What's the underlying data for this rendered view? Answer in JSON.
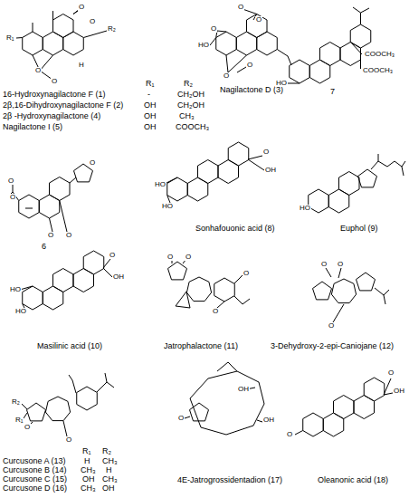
{
  "diagram": {
    "labels": [
      "R₁",
      "R₂",
      "O",
      "O",
      "O",
      "O",
      "H",
      "O",
      "O",
      "HO",
      "O",
      "O",
      "O",
      "Nagilactone D (3)",
      "COOCH₃",
      "COOCH₃",
      "HO",
      "7",
      "R₁",
      "R₂",
      "16-Hydroxynagilactone F (1)",
      "-",
      "CH₂OH",
      "2β,16-Dihydroxynagilactone F (2)",
      "OH",
      "CH₂OH",
      "2β -Hydroxynagilactone (4)",
      "OH",
      "CH₃",
      "Nagilactone I (5)",
      "OH",
      "COOCH₃",
      "O",
      "O",
      "O",
      "O",
      "O",
      "6",
      "HO",
      "HO",
      "O",
      "OH",
      "Sonhafouonic acid (8)",
      "HO",
      "Euphol (9)",
      "HO",
      "HO",
      "O",
      "OH",
      "Masilinic acid (10)",
      "O",
      "O",
      "O",
      "O",
      "Jatrophalactone (11)",
      "O",
      "O",
      "O",
      "3-Dehydroxy-2-epi-Caniojane (12)",
      "R₂",
      "R₁",
      "O",
      "O",
      "R₁",
      "R₂",
      "Curcusone A (13)",
      "H",
      "CH₃",
      "Curcusone B (14)",
      "CH₃",
      "H",
      "Curcusone C (15)",
      "OH",
      "CH₃",
      "Curcusone D (16)",
      "CH₃",
      "OH",
      "O",
      "OH",
      "OH",
      "4E-Jatrogrossidentadion (17)",
      "O",
      "O",
      "OH",
      "Oleanonic acid (18)"
    ]
  }
}
